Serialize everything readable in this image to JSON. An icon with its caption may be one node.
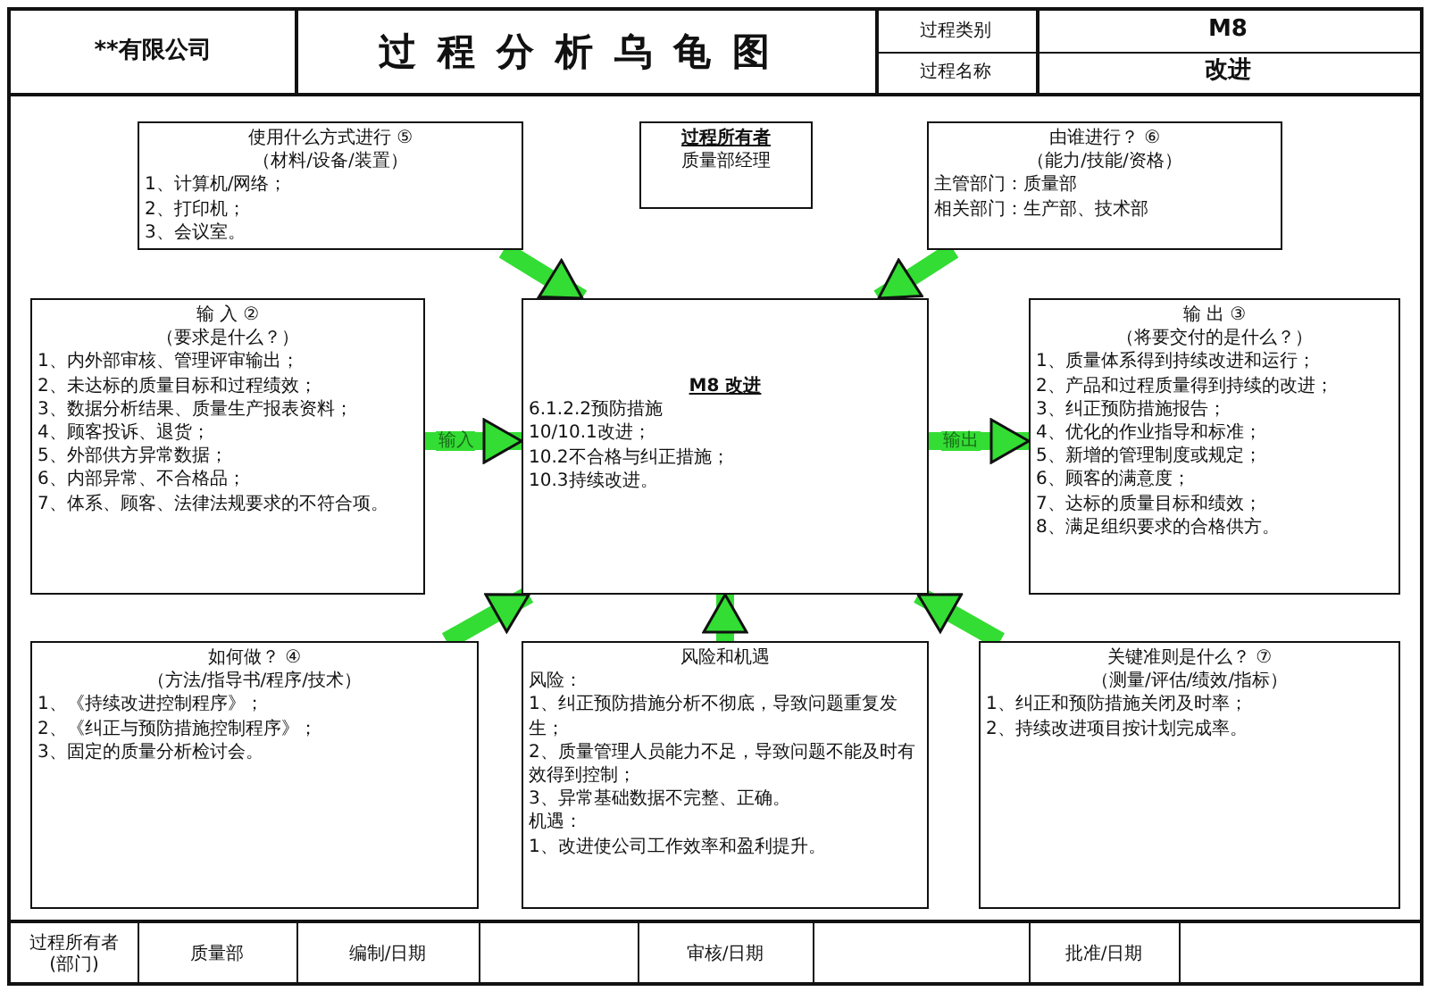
{
  "diagram": {
    "title": "过程分析乌龟图",
    "nodes": [
      {
        "text": [
          "使用什么方式进行 ⑤",
          "（材料/设备/装置）",
          "1、计算机/网络；",
          "2、打印机；",
          "3、会议室。"
        ]
      },
      {
        "text": [
          "过程所有者",
          "质量部经理"
        ]
      },
      {
        "text": [
          "由谁进行？ ⑥",
          "（能力/技能/资格）",
          "主管部门：质量部",
          "相关部门：生产部、技术部"
        ]
      },
      {
        "text": [
          "输 入 ②",
          "（要求是什么？）",
          "1、内外部审核、管理评审输出；",
          "2、未达标的质量目标和过程绩效；",
          "3、数据分析结果、质量生产报表资料；",
          "4、顾客投诉、退货；",
          "5、外部供方异常数据；",
          "6、内部异常、不合格品；",
          "7、体系、顾客、法律法规要求的不符合项。"
        ]
      },
      {
        "text": [
          "M8 改进",
          "6.1.2.2预防措施",
          "10/10.1改进；",
          "10.2不合格与纠正措施；",
          "10.3持续改进。"
        ]
      },
      {
        "text": [
          "输 出 ③",
          "（将要交付的是什么？）",
          "1、质量体系得到持续改进和运行；",
          "2、产品和过程质量得到持续的改进；",
          "3、纠正预防措施报告；",
          "4、优化的作业指导和标准；",
          "5、新增的管理制度或规定；",
          "6、顾客的满意度；",
          "7、达标的质量目标和绩效；",
          "8、满足组织要求的合格供方。"
        ]
      },
      {
        "text": [
          "如何做？ ④",
          "（方法/指导书/程序/技术）",
          "1、《持续改进控制程序》；",
          "2、《纠正与预防措施控制程序》；",
          "3、固定的质量分析检讨会。"
        ]
      },
      {
        "text": [
          "风险和机遇",
          "风险：",
          "1、纠正预防措施分析不彻底，导致问题重复发生；",
          "2、质量管理人员能力不足，导致问题不能及时有效得到控制；",
          "3、异常基础数据不完整、正确。",
          "机遇：",
          "1、改进使公司工作效率和盈利提升。"
        ]
      },
      {
        "text": [
          "关键准则是什么？ ⑦",
          "（测量/评估/绩效/指标）",
          "1、纠正和预防措施关闭及时率；",
          "2、持续改进项目按计划完成率。"
        ]
      }
    ],
    "edges": [
      {
        "from": 0,
        "to": 4,
        "arrow": "to"
      },
      {
        "from": 2,
        "to": 4,
        "arrow": "to"
      },
      {
        "from": 3,
        "to": 4,
        "arrow": "to",
        "label": "输入"
      },
      {
        "from": 4,
        "to": 5,
        "arrow": "to",
        "label": "输出"
      },
      {
        "from": 6,
        "to": 4,
        "arrow": "to"
      },
      {
        "from": 7,
        "to": 4,
        "arrow": "to"
      },
      {
        "from": 8,
        "to": 4,
        "arrow": "to"
      }
    ],
    "labels": [
      "**有限公司",
      "过程类别",
      "M8",
      "过程名称",
      "改进",
      "过程所有者(部门)",
      "质量部",
      "编制/日期",
      "审核/日期",
      "批准/日期"
    ]
  }
}
